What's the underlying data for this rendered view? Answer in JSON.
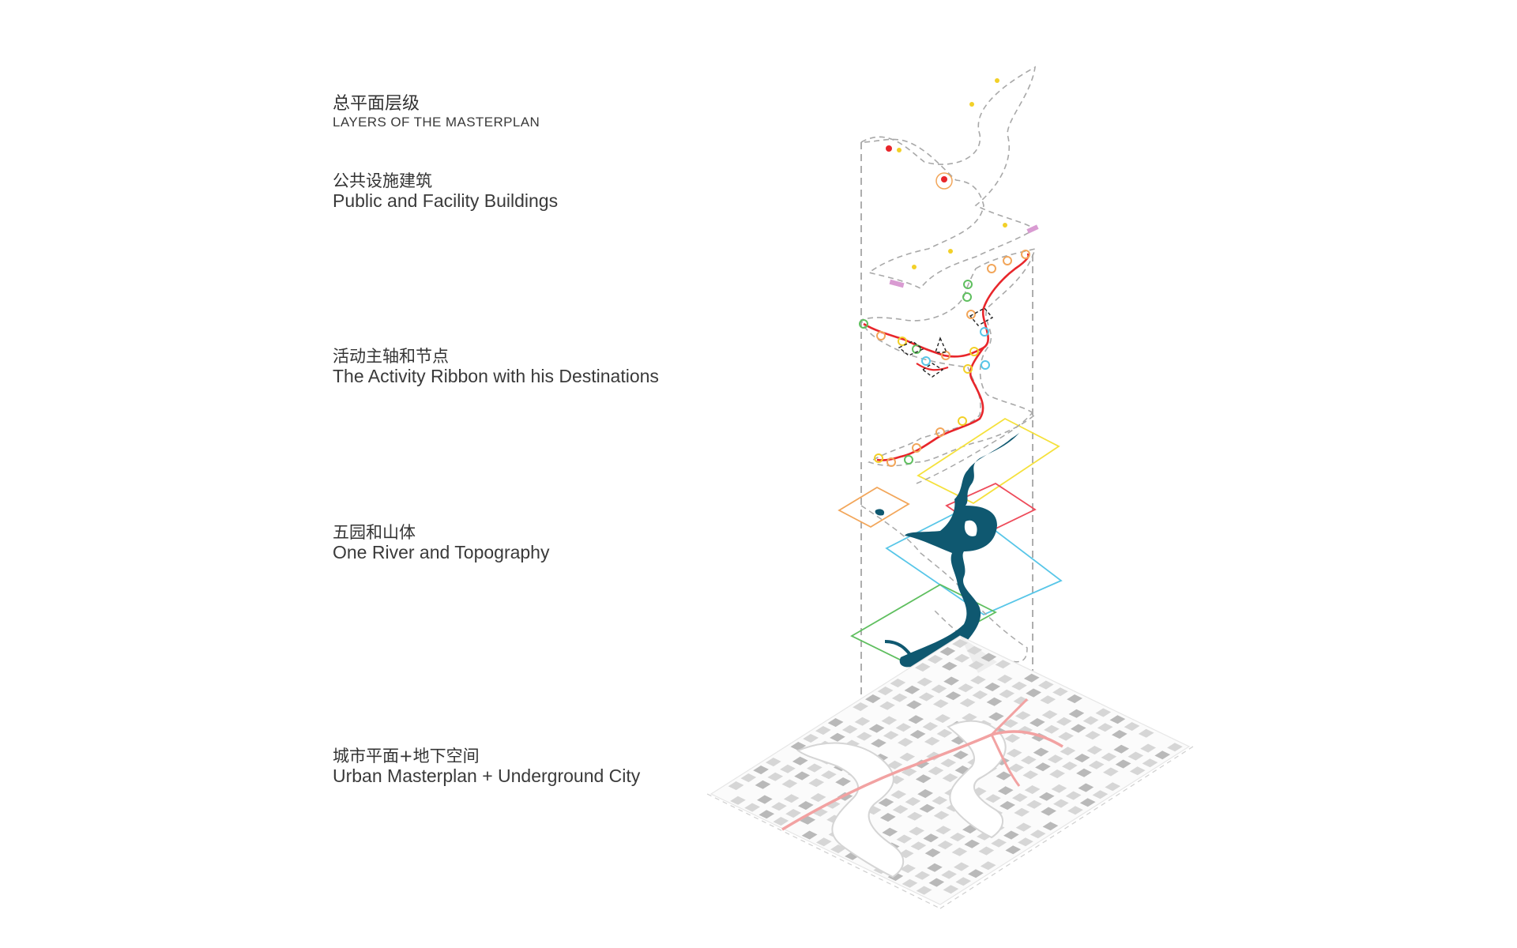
{
  "title": {
    "zh": "总平面层级",
    "en": "LAYERS OF THE MASTERPLAN"
  },
  "layers": [
    {
      "id": "buildings",
      "zh": "公共设施建筑",
      "en": "Public and Facility Buildings"
    },
    {
      "id": "activity",
      "zh": "活动主轴和节点",
      "en": "The Activity Ribbon with his Destinations"
    },
    {
      "id": "river",
      "zh": "五园和山体",
      "en": "One River and Topography"
    },
    {
      "id": "urban",
      "zh": "城市平面+地下空间",
      "en": "Urban Masterplan + Underground City"
    }
  ],
  "colors": {
    "river": "#0f5870",
    "ribbon": "#e8262b",
    "zone_yellow": "#f5e13c",
    "zone_orange": "#f2a65a",
    "zone_red": "#ee4b5a",
    "zone_cyan": "#58c6e8",
    "zone_green": "#5fbf5f",
    "guide": "#9a9a9a",
    "building": "#c9c9c9",
    "underground": "#f2a2a2"
  }
}
